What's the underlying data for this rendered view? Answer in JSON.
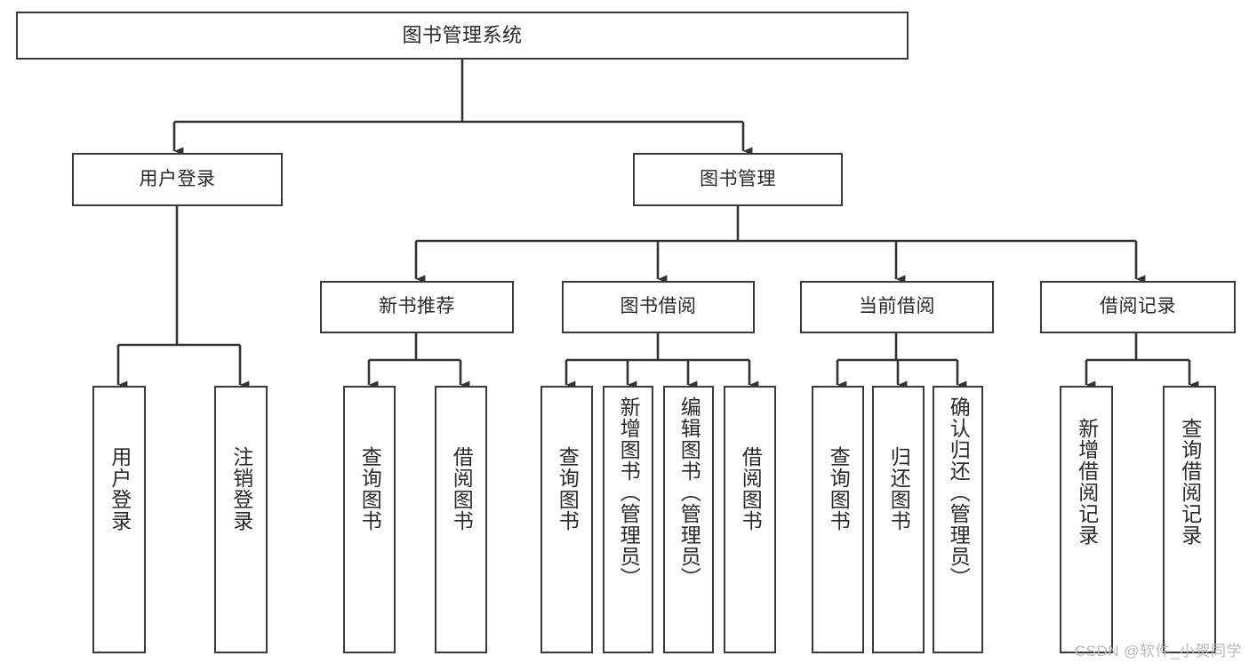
{
  "diagram": {
    "title_text": "图书管理系统",
    "type": "tree-hierarchy",
    "watermark": "CSDN @软件_小贺同学",
    "colors": {
      "background": "#ffffff",
      "box_border": "#3a3a3a",
      "box_fill": "#ffffff",
      "text": "#2a2a2a",
      "connector": "#333333",
      "watermark": "#b9b9b9"
    },
    "levels": {
      "root": "图书管理系统",
      "level2": [
        "用户登录",
        "图书管理"
      ],
      "level3": [
        "新书推荐",
        "图书借阅",
        "当前借阅",
        "借阅记录"
      ]
    },
    "nodes": {
      "root": {
        "label": "图书管理系统"
      },
      "user_login": {
        "label": "用户登录"
      },
      "book_manage": {
        "label": "图书管理"
      },
      "new_book_rec": {
        "label": "新书推荐"
      },
      "book_borrow": {
        "label": "图书借阅"
      },
      "current_borrow": {
        "label": "当前借阅"
      },
      "borrow_record": {
        "label": "借阅记录"
      },
      "leaf_user_login": {
        "label": "用户登录"
      },
      "leaf_logout": {
        "label": "注销登录"
      },
      "leaf_query_book_1": {
        "label": "查询图书"
      },
      "leaf_borrow_book_1": {
        "label": "借阅图书"
      },
      "leaf_query_book_2": {
        "label": "查询图书"
      },
      "leaf_add_book": {
        "label": "新增图书（管理员）"
      },
      "leaf_edit_book": {
        "label": "编辑图书（管理员）"
      },
      "leaf_borrow_book_2": {
        "label": "借阅图书"
      },
      "leaf_query_book_3": {
        "label": "查询图书"
      },
      "leaf_return_book": {
        "label": "归还图书"
      },
      "leaf_confirm_return": {
        "label": "确认归还（管理员）"
      },
      "leaf_add_record": {
        "label": "新增借阅记录"
      },
      "leaf_query_record": {
        "label": "查询借阅记录"
      }
    },
    "edges": [
      {
        "from": "root",
        "to": "user_login"
      },
      {
        "from": "root",
        "to": "book_manage"
      },
      {
        "from": "user_login",
        "to": "leaf_user_login"
      },
      {
        "from": "user_login",
        "to": "leaf_logout"
      },
      {
        "from": "book_manage",
        "to": "new_book_rec"
      },
      {
        "from": "book_manage",
        "to": "book_borrow"
      },
      {
        "from": "book_manage",
        "to": "current_borrow"
      },
      {
        "from": "book_manage",
        "to": "borrow_record"
      },
      {
        "from": "new_book_rec",
        "to": "leaf_query_book_1"
      },
      {
        "from": "new_book_rec",
        "to": "leaf_borrow_book_1"
      },
      {
        "from": "book_borrow",
        "to": "leaf_query_book_2"
      },
      {
        "from": "book_borrow",
        "to": "leaf_add_book"
      },
      {
        "from": "book_borrow",
        "to": "leaf_edit_book"
      },
      {
        "from": "book_borrow",
        "to": "leaf_borrow_book_2"
      },
      {
        "from": "current_borrow",
        "to": "leaf_query_book_3"
      },
      {
        "from": "current_borrow",
        "to": "leaf_return_book"
      },
      {
        "from": "current_borrow",
        "to": "leaf_confirm_return"
      },
      {
        "from": "borrow_record",
        "to": "leaf_add_record"
      },
      {
        "from": "borrow_record",
        "to": "leaf_query_record"
      }
    ]
  }
}
